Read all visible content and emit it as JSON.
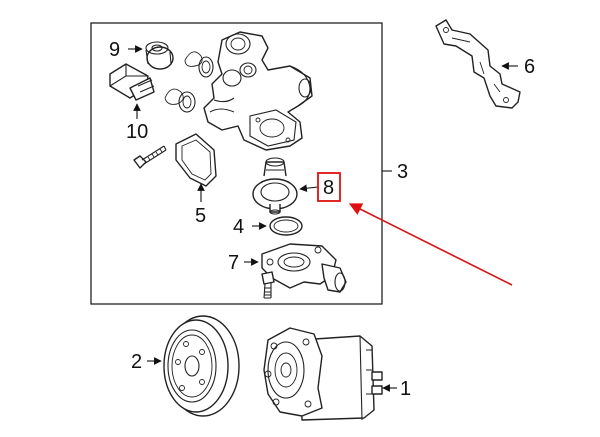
{
  "callouts": {
    "c1": "1",
    "c2": "2",
    "c3": "3",
    "c4": "4",
    "c5": "5",
    "c6": "6",
    "c7": "7",
    "c8": "8",
    "c9": "9",
    "c10": "10"
  },
  "colors": {
    "highlight_box": "#e01010",
    "pointer_arrow": "#e01010",
    "line_art": "#222222",
    "background": "#ffffff"
  }
}
